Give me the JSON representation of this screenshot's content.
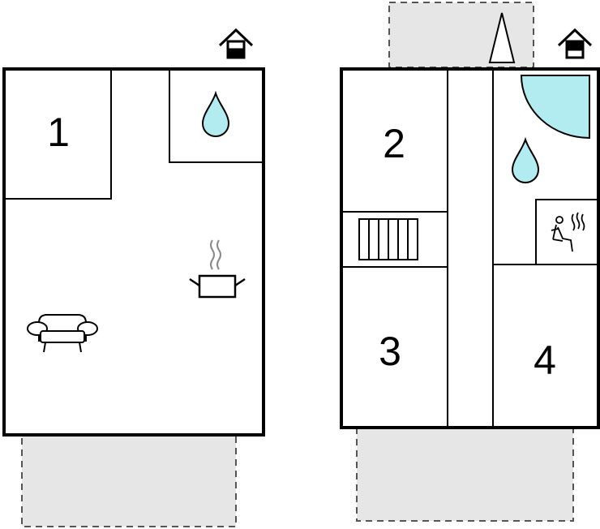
{
  "floorplan": {
    "colors": {
      "wall": "#000000",
      "water": "#b3ecf0",
      "terrace": "#e6e6e6",
      "terrace_border": "#555555"
    },
    "floors": [
      {
        "name": "ground-floor",
        "level_icon": "house-ground-floor-icon",
        "rooms": [
          {
            "label": "1"
          }
        ],
        "icons": [
          "water-drop-icon",
          "cooking-pot-icon",
          "sofa-icon"
        ]
      },
      {
        "name": "upper-floor",
        "level_icon": "house-upper-floor-icon",
        "rooms": [
          {
            "label": "2"
          },
          {
            "label": "3"
          },
          {
            "label": "4"
          }
        ],
        "icons": [
          "north-arrow-icon",
          "shower-icon",
          "water-drop-icon",
          "sauna-icon",
          "stairs-icon"
        ]
      }
    ]
  }
}
